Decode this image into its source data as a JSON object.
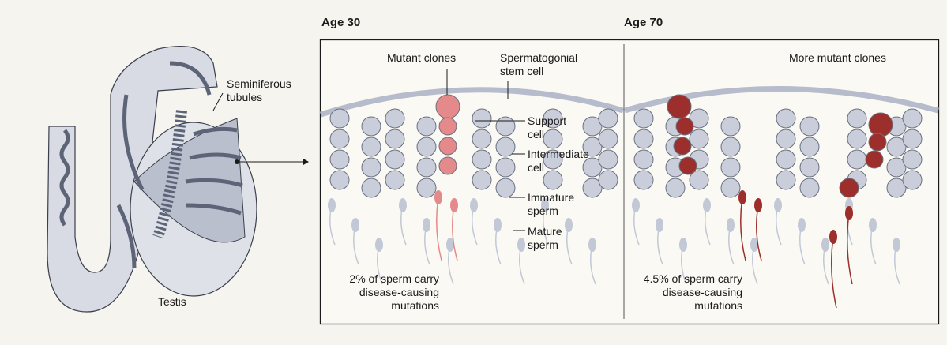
{
  "testis": {
    "tubules_label_1": "Seminiferous",
    "tubules_label_2": "tubules",
    "testis_label": "Testis"
  },
  "panels": [
    {
      "age_label": "Age 30",
      "mutant_label": "Mutant clones",
      "stem_label_1": "Spermatogonial",
      "stem_label_2": "stem cell",
      "support_label_1": "Support",
      "support_label_2": "cell",
      "intermediate_label_1": "Intermediate",
      "intermediate_label_2": "cell",
      "immature_label_1": "Immature",
      "immature_label_2": "sperm",
      "mature_label_1": "Mature",
      "mature_label_2": "sperm",
      "caption_1": "2% of sperm carry",
      "caption_2": "disease-causing",
      "caption_3": "mutations",
      "percent_mutated": 2
    },
    {
      "age_label": "Age 70",
      "mutant_label": "More mutant clones",
      "caption_1": "4.5% of sperm carry",
      "caption_2": "disease-causing",
      "caption_3": "mutations",
      "percent_mutated": 4.5
    }
  ],
  "colors": {
    "background": "#f5f4ef",
    "panel": "#faf9f3",
    "normal_cell": "#c9ceda",
    "mutant_age30": "#e58a8a",
    "mutant_age70": "#9c2f2b",
    "tubule": "#5d6478"
  }
}
